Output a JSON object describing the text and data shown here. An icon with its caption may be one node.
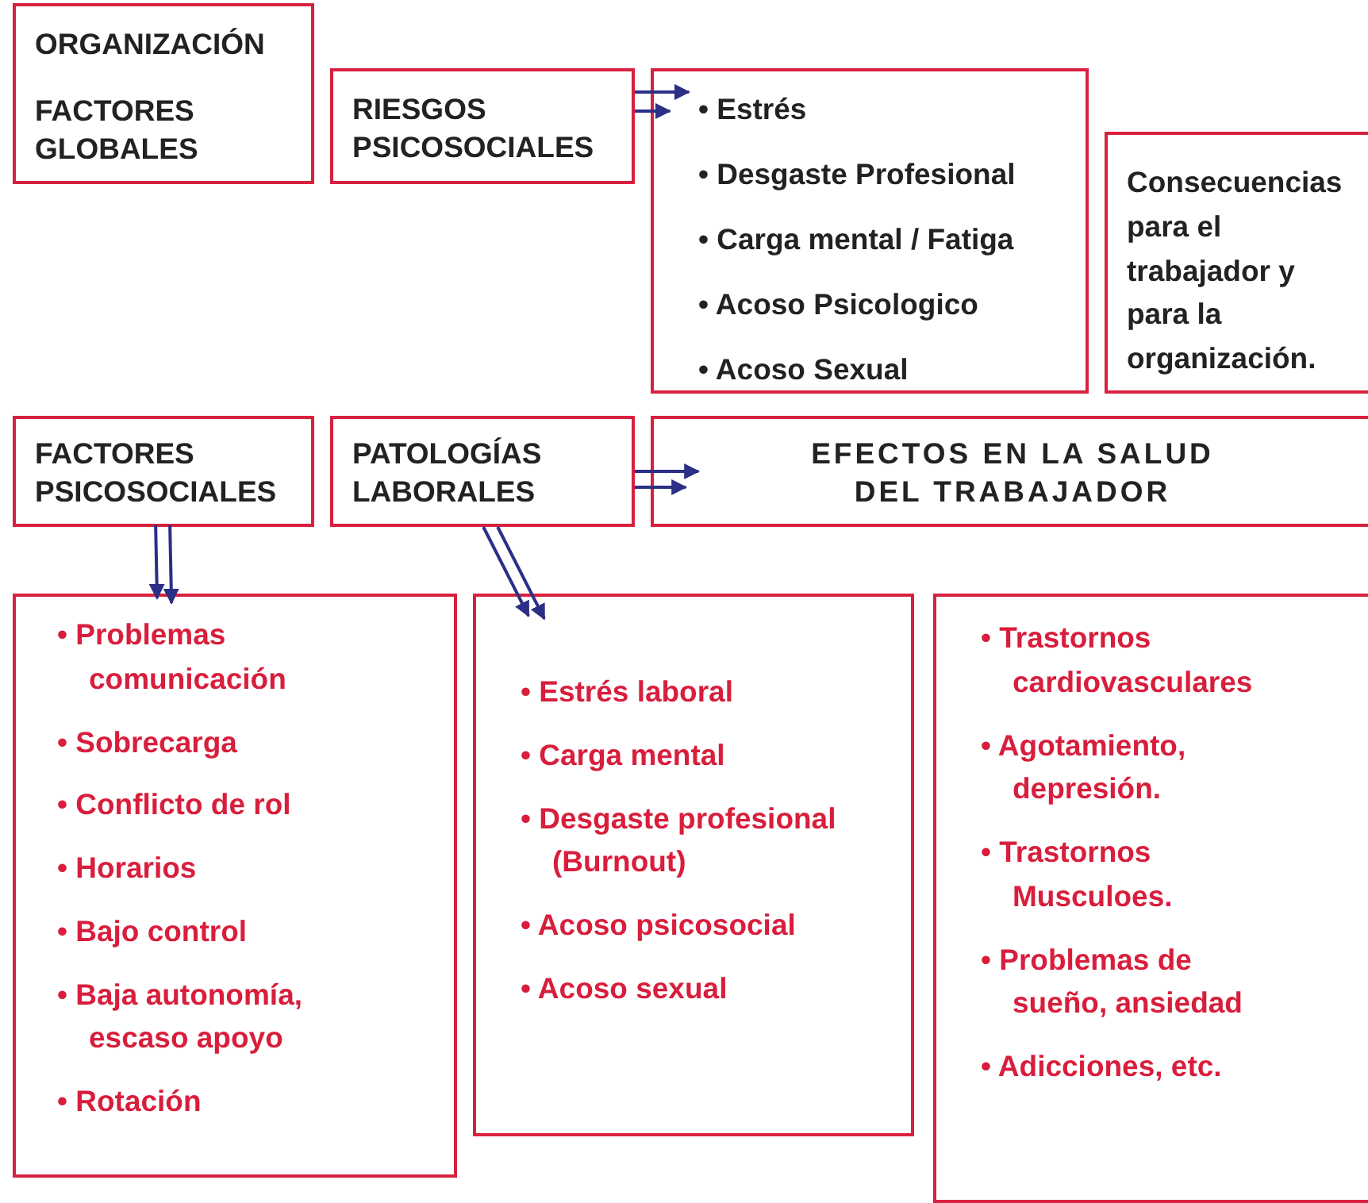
{
  "diagram": {
    "nodes": [
      {
        "text": [
          "ORGANIZACIÓN",
          "FACTORES GLOBALES"
        ]
      },
      {
        "text": [
          "RIESGOS PSICOSOCIALES"
        ]
      },
      {
        "text": [
          "• Estrés",
          "• Desgaste Profesional",
          "• Carga mental / Fatiga",
          "• Acoso Psicologico",
          "• Acoso Sexual"
        ]
      },
      {
        "text": [
          "Consecuencias para el trabajador y para la organización."
        ]
      },
      {
        "text": [
          "FACTORES PSICOSOCIALES"
        ]
      },
      {
        "text": [
          "PATOLOGÍAS LABORALES"
        ]
      },
      {
        "text": [
          "EFECTOS EN LA SALUD DEL TRABAJADOR"
        ]
      },
      {
        "text": [
          "• Problemas comunicación",
          "• Sobrecarga",
          "• Conflicto de rol",
          "• Horarios",
          "• Bajo control",
          "• Baja autonomía, escaso apoyo",
          "• Rotación"
        ]
      },
      {
        "text": [
          "• Estrés laboral",
          "• Carga mental",
          "• Desgaste profesional (Burnout)",
          "• Acoso psicosocial",
          "• Acoso sexual"
        ]
      },
      {
        "text": [
          "• Trastornos cardiovasculares",
          "• Agotamiento, depresión.",
          "• Trastornos Musculoes.",
          "• Problemas de sueño, ansiedad",
          "• Adicciones, etc."
        ]
      }
    ],
    "edges": [
      {
        "from": 1,
        "to": 2,
        "arrow": "to"
      },
      {
        "from": 4,
        "to": 7,
        "arrow": "to"
      },
      {
        "from": 5,
        "to": 6,
        "arrow": "to"
      },
      {
        "from": 5,
        "to": 8,
        "arrow": "to"
      }
    ]
  }
}
